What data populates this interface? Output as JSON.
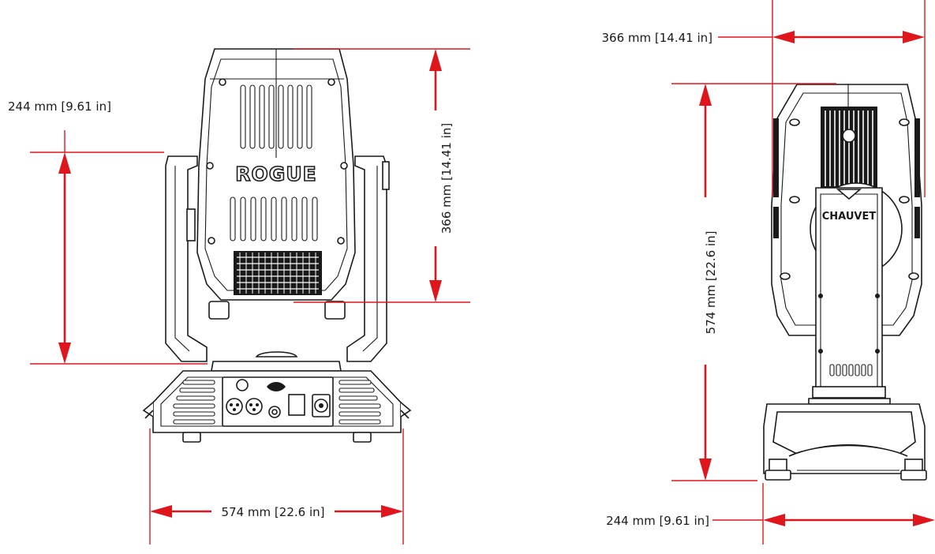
{
  "dimensions": {
    "front_height_top": "244 mm [9.61 in]",
    "front_head_height": "366 mm [14.41 in]",
    "front_width": "574 mm [22.6 in]",
    "side_head_depth": "366 mm [14.41 in]",
    "side_total_height": "574 mm [22.6 in]",
    "side_base_width": "244 mm [9.61 in]"
  },
  "branding": {
    "front_logo": "ROGUE",
    "side_logo": "CHAUVET"
  },
  "colors": {
    "dimension_line": "#e0161d",
    "outline": "#1a1a1a"
  },
  "icons": {
    "front_fixture": "moving-head-front-view",
    "side_fixture": "moving-head-side-view"
  }
}
